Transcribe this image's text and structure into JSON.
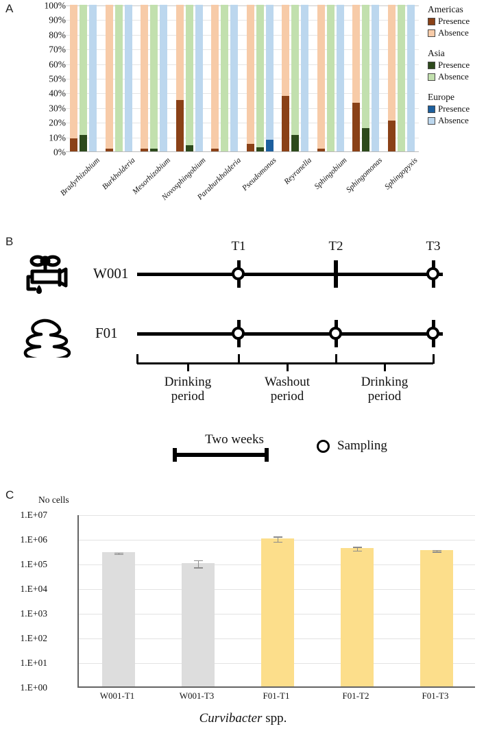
{
  "panels": {
    "a": {
      "letter": "A",
      "legend": [
        {
          "region": "Americas",
          "presence_label": "Presence",
          "absence_label": "Absence",
          "presence_color": "#8a4117",
          "absence_color": "#f7cba8"
        },
        {
          "region": "Asia",
          "presence_label": "Presence",
          "absence_label": "Absence",
          "presence_color": "#2d4a1c",
          "absence_color": "#c2e0ae"
        },
        {
          "region": "Europe",
          "presence_label": "Presence",
          "absence_label": "Absence",
          "presence_color": "#1c5f9e",
          "absence_color": "#bcd7ee"
        }
      ]
    },
    "b": {
      "letter": "B",
      "icons": {
        "water": "tap-icon",
        "faeces": "stool-icon"
      },
      "rows": [
        {
          "name": "W001",
          "markers": [
            "circle",
            "bar",
            "circle"
          ]
        },
        {
          "name": "F01",
          "markers": [
            "circle",
            "circle",
            "circle"
          ]
        }
      ],
      "timepoints": [
        "T1",
        "T2",
        "T3"
      ],
      "periods": [
        "Drinking\nperiod",
        "Washout\nperiod",
        "Drinking\nperiod"
      ],
      "period_lines": [
        [
          "Drinking",
          "period"
        ],
        [
          "Washout",
          "period"
        ],
        [
          "Drinking",
          "period"
        ]
      ],
      "scale_label": "Two weeks",
      "sampling_label": "Sampling"
    },
    "c": {
      "letter": "C",
      "y_title": "No cells",
      "x_title_italic": "Curvibacter",
      "x_title_rest": " spp."
    }
  },
  "chart_data": [
    {
      "type": "bar",
      "panel": "A",
      "title": "",
      "xlabel": "",
      "ylabel": "",
      "ylim": [
        0,
        100
      ],
      "unit": "%",
      "grid": true,
      "legend_position": "right",
      "tick_labels": [
        "0%",
        "10%",
        "20%",
        "30%",
        "40%",
        "50%",
        "60%",
        "70%",
        "80%",
        "90%",
        "100%"
      ],
      "categories": [
        "Bradyrhizobium",
        "Burkholderia",
        "Mesorhizobium",
        "Novosphingobium",
        "Paraburkholderia",
        "Pseudomonas",
        "Reyranella",
        "Sphingobium",
        "Sphingomonas",
        "Sphingopyxis"
      ],
      "series": [
        {
          "name": "Americas Presence",
          "color": "#8a4117",
          "values": [
            9,
            2,
            2,
            35,
            2,
            5,
            38,
            2,
            33,
            21
          ]
        },
        {
          "name": "Americas Absence",
          "color": "#f7cba8",
          "values": [
            91,
            98,
            98,
            65,
            98,
            95,
            62,
            98,
            67,
            79
          ]
        },
        {
          "name": "Asia Presence",
          "color": "#2d4a1c",
          "values": [
            11,
            0,
            2,
            4,
            0,
            3,
            11,
            0,
            16,
            0
          ]
        },
        {
          "name": "Asia Absence",
          "color": "#c2e0ae",
          "values": [
            89,
            100,
            98,
            96,
            100,
            97,
            89,
            100,
            84,
            100
          ]
        },
        {
          "name": "Europe Presence",
          "color": "#1c5f9e",
          "values": [
            0,
            0,
            0,
            0,
            0,
            8,
            0,
            0,
            0,
            0
          ]
        },
        {
          "name": "Europe Absence",
          "color": "#bcd7ee",
          "values": [
            100,
            100,
            100,
            100,
            100,
            92,
            100,
            100,
            100,
            100
          ]
        }
      ]
    },
    {
      "type": "bar",
      "panel": "C",
      "title": "",
      "xlabel": "Curvibacter spp.",
      "ylabel": "No cells",
      "yscale": "log",
      "ylim": [
        1,
        10000000
      ],
      "grid": true,
      "tick_labels": [
        "1.E+00",
        "1.E+01",
        "1.E+02",
        "1.E+03",
        "1.E+04",
        "1.E+05",
        "1.E+06",
        "1.E+07"
      ],
      "categories": [
        "W001-T1",
        "W001-T3",
        "F01-T1",
        "F01-T2",
        "F01-T3"
      ],
      "values": [
        270000.0,
        100000.0,
        1000000.0,
        420000.0,
        340000.0
      ],
      "err_low": [
        240000.0,
        70000.0,
        750000.0,
        330000.0,
        300000.0
      ],
      "err_high": [
        300000.0,
        150000.0,
        1350000.0,
        530000.0,
        390000.0
      ],
      "bar_colors": [
        "#dddddd",
        "#dddddd",
        "#fcde8b",
        "#fcde8b",
        "#fcde8b"
      ]
    }
  ]
}
